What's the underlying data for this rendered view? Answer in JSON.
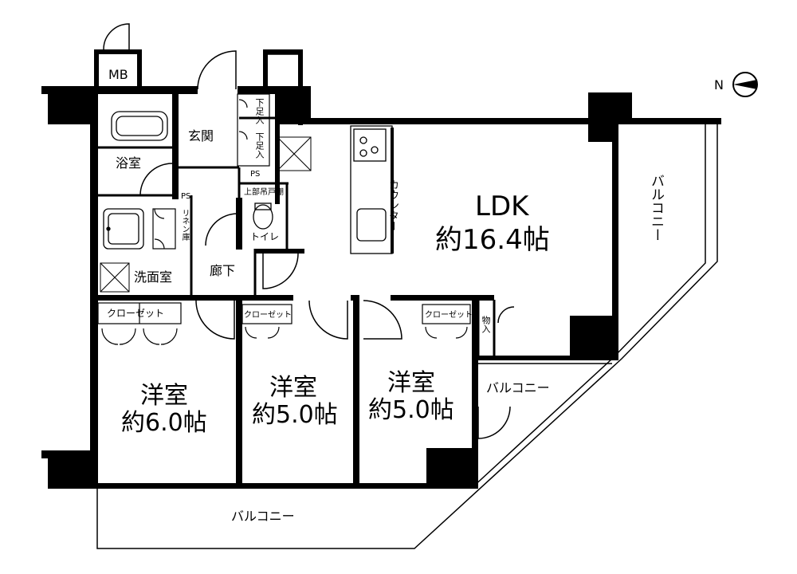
{
  "rooms": {
    "ldk_name": "LDK",
    "ldk_size": "約16.4帖",
    "west1_name": "洋室",
    "west1_size": "約6.0帖",
    "west2_name": "洋室",
    "west2_size": "約5.0帖",
    "west3_name": "洋室",
    "west3_size": "約5.0帖"
  },
  "labels": {
    "mb": "MB",
    "genkan": "玄関",
    "yokushitsu": "浴室",
    "senmen": "洗面室",
    "rouka": "廊下",
    "toilet": "トイレ",
    "shitasoku1": "下足入",
    "shitasoku2": "下足入",
    "ps_top": "PS",
    "ps_left": "PS",
    "ps_right": "PS",
    "jobu_tsuridana": "上部吊戸棚",
    "linen": "リネン庫",
    "counter": "カウンター",
    "closet_large": "クローゼット",
    "closet_small1": "クローゼット",
    "closet_small2": "クローゼット",
    "monoire": "物入",
    "balcony_right": "バルコニー",
    "balcony_mid": "バルコニー",
    "balcony_bottom": "バルコニー",
    "compass_n": "N"
  },
  "icons": [
    "north-arrow-icon",
    "bathtub-icon",
    "sink-icon",
    "toilet-icon",
    "stove-icon",
    "kitchen-sink-icon"
  ]
}
